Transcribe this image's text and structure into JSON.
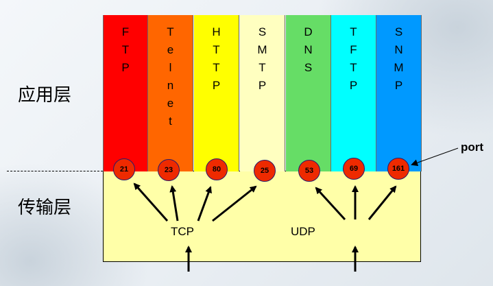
{
  "layers": {
    "application": "应用层",
    "transport": "传输层"
  },
  "protocols": [
    {
      "name": "FTP",
      "letters": [
        "F",
        "T",
        "P"
      ],
      "port": "21",
      "transport": "TCP",
      "color": "#ff0000"
    },
    {
      "name": "Telnet",
      "letters": [
        "T",
        "e",
        "l",
        "n",
        "e",
        "t"
      ],
      "port": "23",
      "transport": "TCP",
      "color": "#ff6600"
    },
    {
      "name": "HTTP",
      "letters": [
        "H",
        "T",
        "T",
        "P"
      ],
      "port": "80",
      "transport": "TCP",
      "color": "#ffff00"
    },
    {
      "name": "SMTP",
      "letters": [
        "S",
        "M",
        "T",
        "P"
      ],
      "port": "25",
      "transport": "TCP",
      "color": "#ffffc0"
    },
    {
      "name": "DNS",
      "letters": [
        "D",
        "N",
        "S"
      ],
      "port": "53",
      "transport": "UDP",
      "color": "#66dd66"
    },
    {
      "name": "TFTP",
      "letters": [
        "T",
        "F",
        "T",
        "P"
      ],
      "port": "69",
      "transport": "UDP",
      "color": "#00ffff"
    },
    {
      "name": "SNMP",
      "letters": [
        "S",
        "N",
        "M",
        "P"
      ],
      "port": "161",
      "transport": "UDP",
      "color": "#0099ff"
    }
  ],
  "transport_labels": {
    "tcp": "TCP",
    "udp": "UDP"
  },
  "callout": {
    "port": "port"
  },
  "colors": {
    "port_circle": "#ee2a00",
    "transport_box": "#ffffa8"
  }
}
